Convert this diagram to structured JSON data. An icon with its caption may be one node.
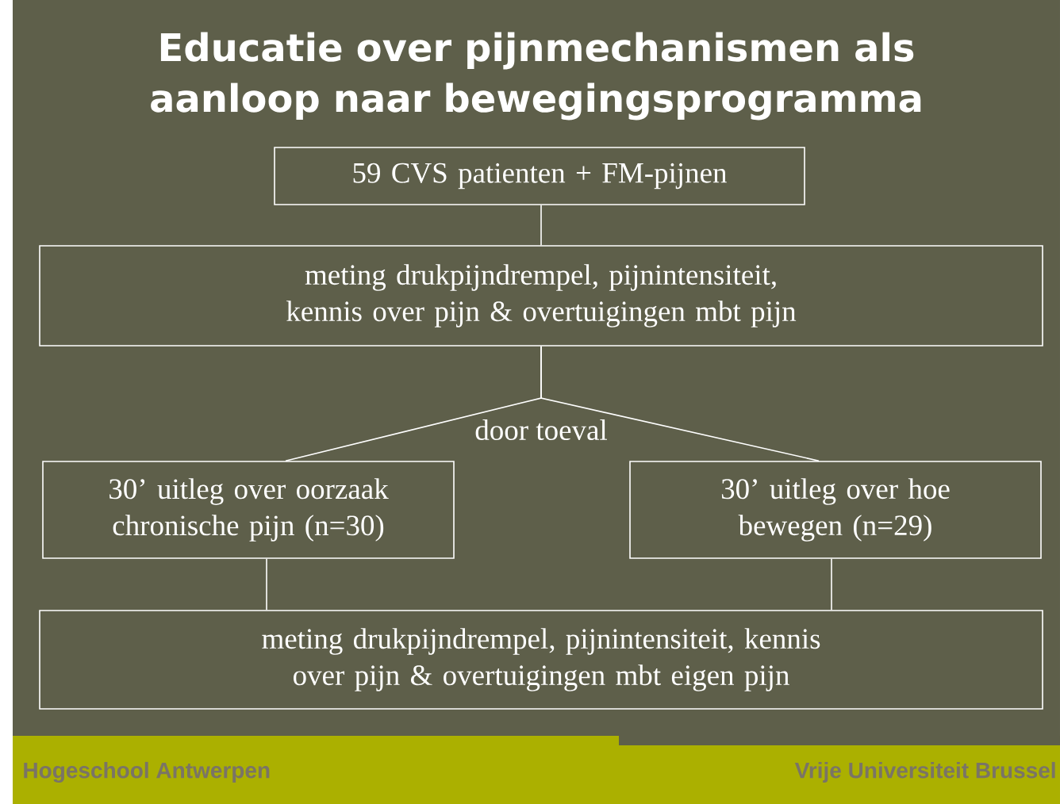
{
  "diagram": {
    "title": "Educatie over pijnmechanismen als aanloop naar bewegingsprogramma",
    "nodes": [
      {
        "text": [
          "59 CVS patienten + FM-pijnen"
        ]
      },
      {
        "text": [
          "meting drukpijndrempel, pijnintensiteit, kennis over pijn & overtuigingen mbt pijn"
        ]
      },
      {
        "text": [
          "30’ uitleg over oorzaak chronische pijn (n=30)"
        ]
      },
      {
        "text": [
          "30’ uitleg over hoe bewegen (n=29)"
        ]
      },
      {
        "text": [
          "meting drukpijndrempel, pijnintensiteit, kennis over pijn & overtuigingen mbt eigen pijn"
        ]
      }
    ],
    "edges": [
      {
        "from": 0,
        "to": 1,
        "arrow": "none"
      },
      {
        "from": 1,
        "to": 2,
        "arrow": "none",
        "label": "door toeval"
      },
      {
        "from": 1,
        "to": 3,
        "arrow": "none"
      },
      {
        "from": 2,
        "to": 4,
        "arrow": "none"
      },
      {
        "from": 3,
        "to": 4,
        "arrow": "none"
      }
    ],
    "labels": [
      "Hogeschool Antwerpen",
      "Vrije Universiteit Brussel"
    ]
  }
}
